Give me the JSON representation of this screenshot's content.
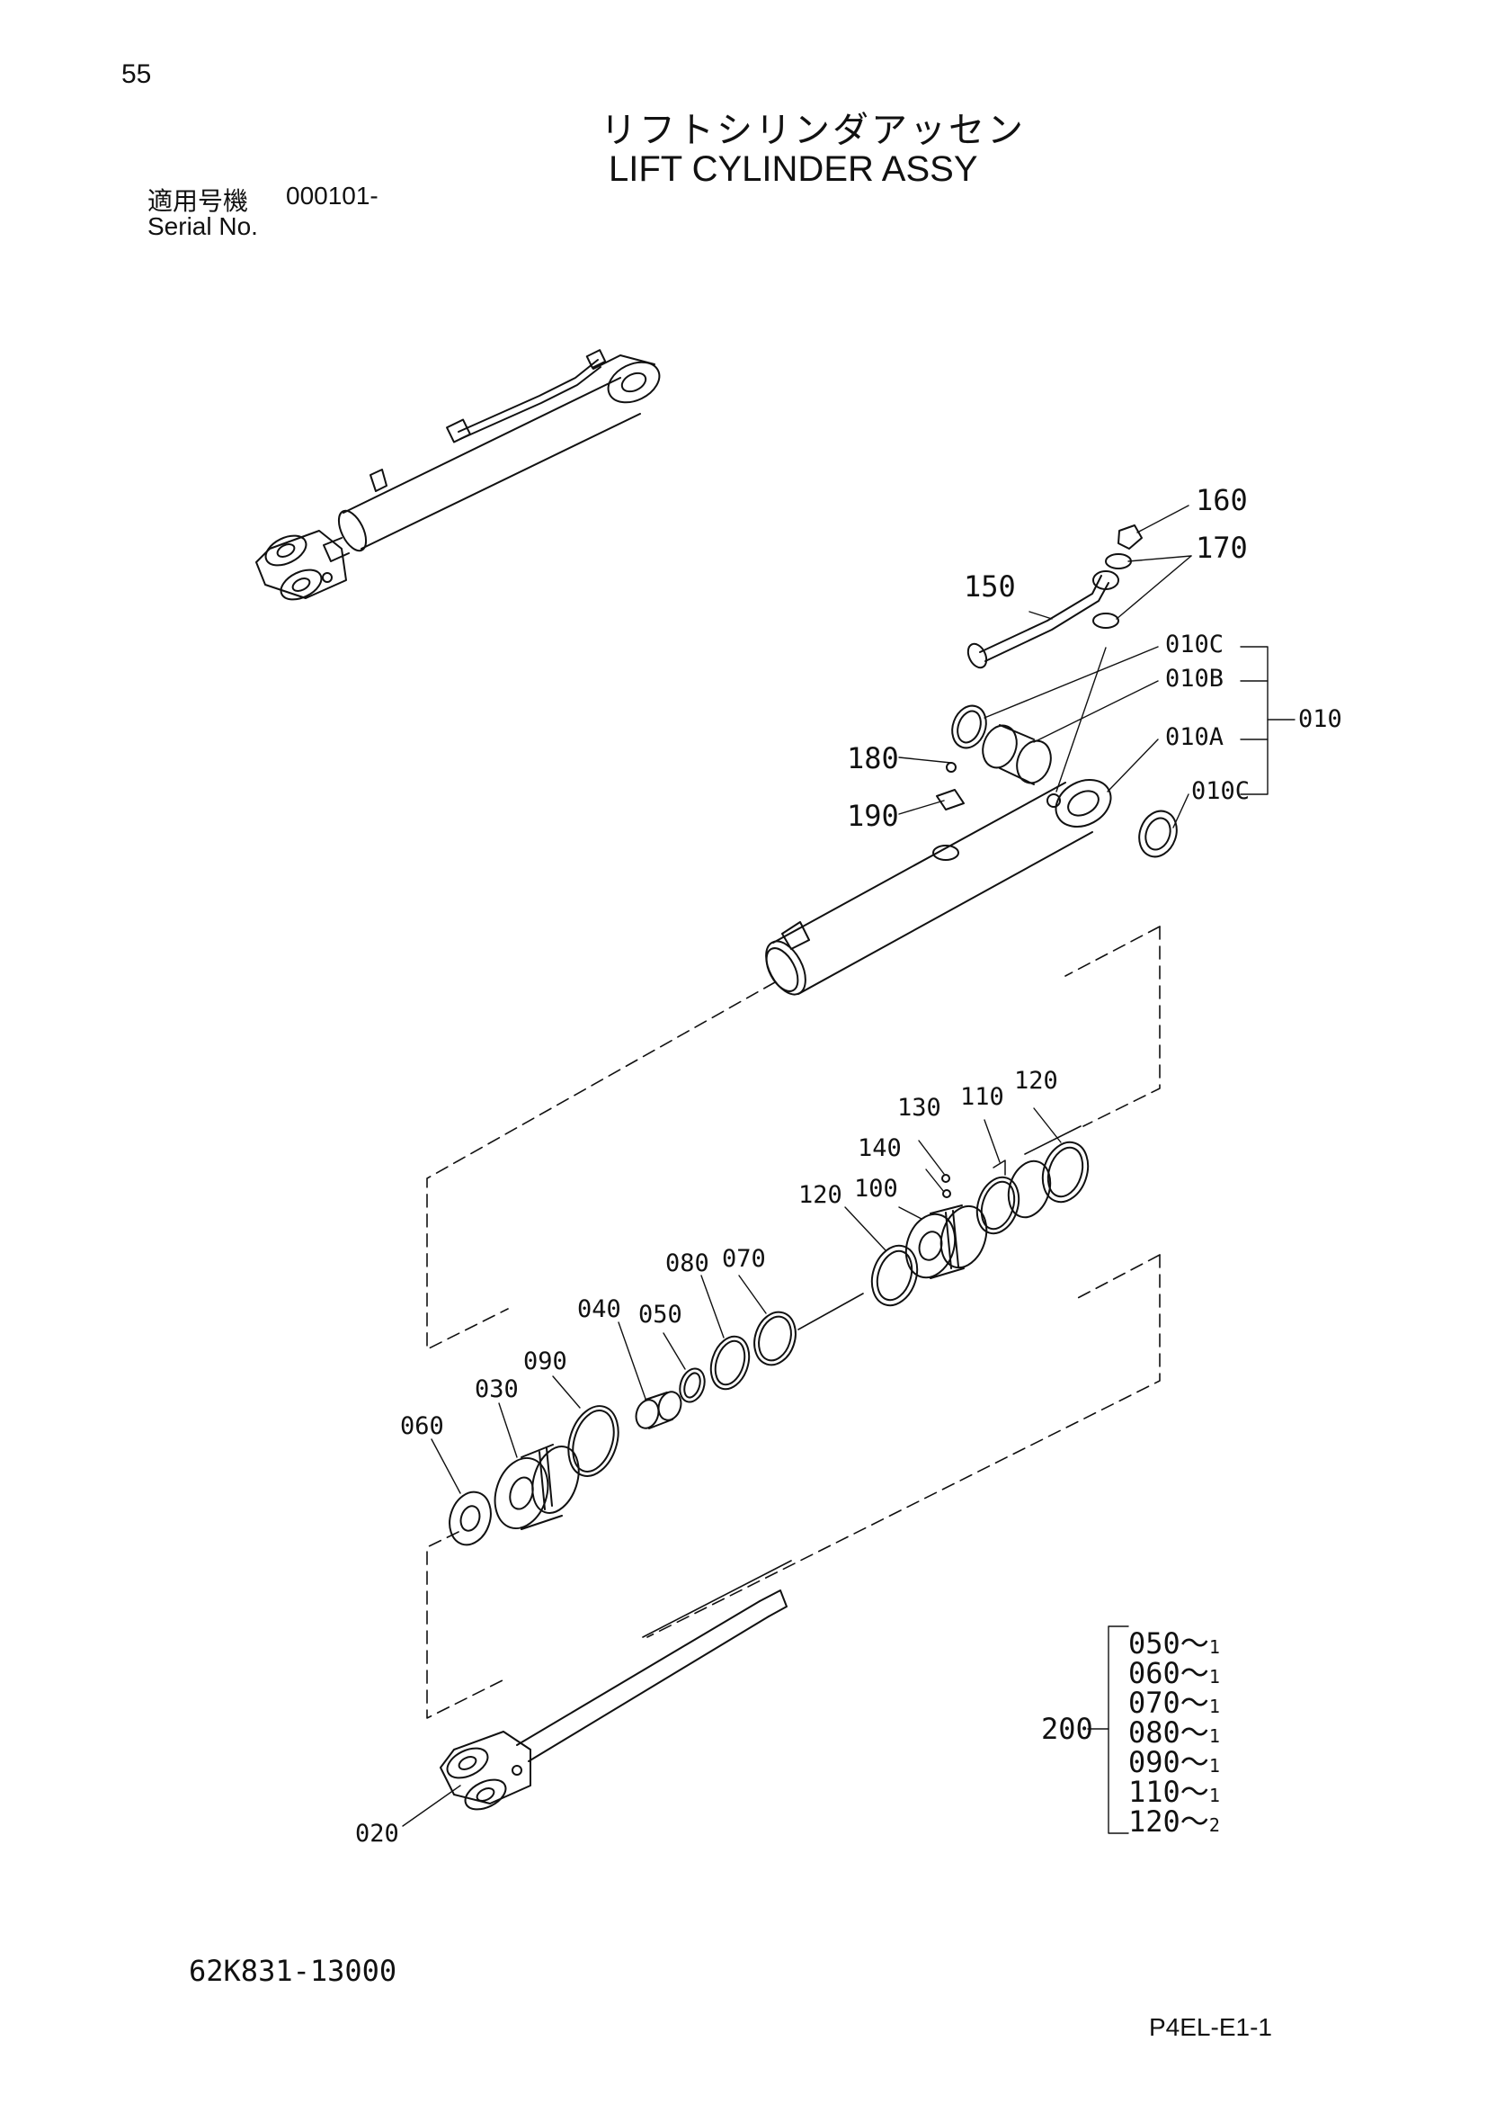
{
  "page": {
    "number": "55",
    "title_jp": "リフトシリンダアッセン",
    "title_en": "LIFT CYLINDER ASSY",
    "serial_label_jp": "適用号機",
    "serial_value": "000101-",
    "serial_label_en": "Serial No.",
    "part_code": "62K831-13000",
    "page_ref": "P4EL-E1-1"
  },
  "callouts": {
    "p160": "160",
    "p170": "170",
    "p150": "150",
    "p010c_top": "010C",
    "p010b": "010B",
    "p010": "010",
    "p010a": "010A",
    "p010c_bottom": "010C",
    "p180": "180",
    "p190": "190",
    "p130": "130",
    "p110": "110",
    "p120_right": "120",
    "p140": "140",
    "p120_left": "120",
    "p100": "100",
    "p080": "080",
    "p070": "070",
    "p040": "040",
    "p050": "050",
    "p090": "090",
    "p030": "030",
    "p060": "060",
    "p200": "200",
    "p020": "020"
  },
  "seal_kit": {
    "label": "200",
    "items": [
      {
        "part": "050",
        "qty": "1"
      },
      {
        "part": "060",
        "qty": "1"
      },
      {
        "part": "070",
        "qty": "1"
      },
      {
        "part": "080",
        "qty": "1"
      },
      {
        "part": "090",
        "qty": "1"
      },
      {
        "part": "110",
        "qty": "1"
      },
      {
        "part": "120",
        "qty": "2"
      }
    ],
    "separator": "～"
  }
}
